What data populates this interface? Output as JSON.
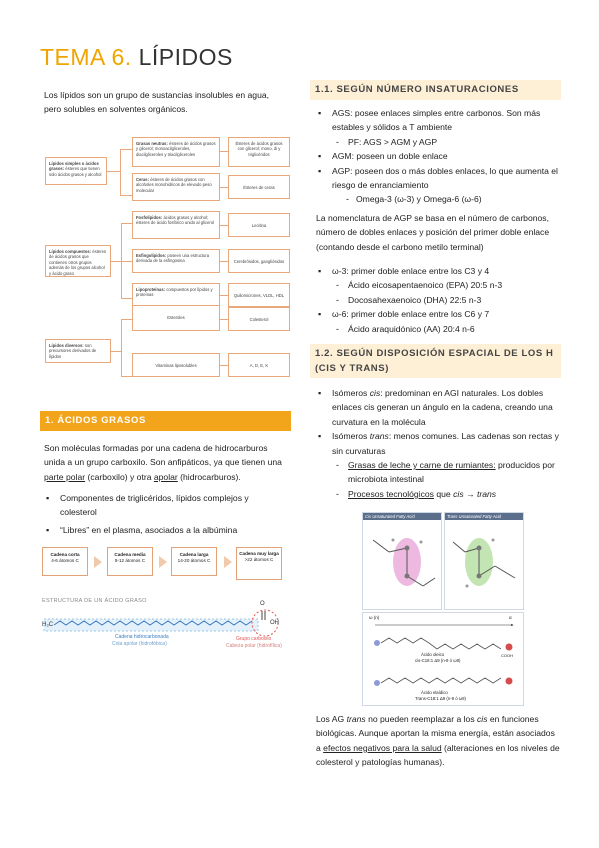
{
  "title": {
    "number": "TEMA 6.",
    "name": "LÍPIDOS"
  },
  "intro": "Los lípidos son un grupo de sustancias insolubles en agua, pero solubles en solventes orgánicos.",
  "org": {
    "simple": "Lípidos simples o ácidos grasos: ésteres que tienen solo ácidos grasos y alcohol",
    "complex": "Lípidos compuestos: ésteres de ácidos grasos que contienen otros grupos además de los grupos alcohol y ácido graso",
    "diverse": "Lípidos diversos: son precursores derivados de lípidos",
    "neutral": "Grasas neutras: ésteres de ácidos grasos y glicerol; monoacilgliceroles, diacilgliceroles y triacilgliceroles",
    "waxes": "Ceras: ésteres de ácidos grasos con alcoholes monohidricos de elevado peso molecular",
    "neutral_ex": "Ésteres de ácidos grasos con glicerol; mono, di y triglicéridos",
    "waxes_ex": "Ésteres de ceras",
    "phospho": "Fosfolípidos: ácidos grasos y alcohol; ésteres de ácido fosfórico unido al glicerol",
    "sphingo": "Esfingolípidos: poseen una estructura derivada de la esfingosina",
    "lipoprot": "Lipoproteínas: compuestos por lípidos y proteínas",
    "phospho_ex": "Lecitina",
    "sphingo_ex": "Cerebrósidos, gangliósidos",
    "lipoprot_ex": "Quilomicrones, VLDL, HDL",
    "sterols": "Esteroles",
    "vitamins": "Vitaminas liposolubles",
    "sterols_ex": "Colesterol",
    "vitamins_ex": "A, D, E, K"
  },
  "section1": {
    "heading": "1. ÁCIDOS GRASOS",
    "text_a": "Son moléculas formadas por una cadena de hidrocarburos unida a un grupo carboxilo. Son anfipáticos, ya que tienen una ",
    "polar": "parte polar",
    "text_b": " (carboxilo) y otra ",
    "apolar": "apolar",
    "text_c": " (hidrocarburos).",
    "bullets": [
      "Componentes de triglicéridos, lípidos complejos y colesterol",
      "“Libres” en el plasma, asociados a la albúmina"
    ],
    "flow": [
      {
        "label": "Cadena corta",
        "detail": "4-6 átomos C"
      },
      {
        "label": "Cadena media",
        "detail": "8-12 átomos C"
      },
      {
        "label": "Cadena larga",
        "detail": "14-20 átomos C"
      },
      {
        "label": "Cadena muy larga",
        "detail": ">22 átomos C"
      }
    ]
  },
  "structure_fig": {
    "title": "ESTRUCTURA DE UN ÁCIDO GRASO",
    "tail_label": "Cadena hidrocarbonada",
    "tail_sub": "Cola apolar (hidrofóbica)",
    "head_label": "Grupo carboxilo",
    "head_sub": "Cabeza polar (hidrofílica)",
    "left_end": "H₃C",
    "right_end": "OH",
    "oxygen": "O"
  },
  "section11": {
    "heading": "1.1. SEGÚN NÚMERO INSATURACIONES",
    "ags": "AGS: posee enlaces simples entre carbonos. Son más estables y sólidos a T ambiente",
    "pf": "PF: AGS > AGM y AGP",
    "agm": "AGM: poseen un doble enlace",
    "agp": "AGP: poseen dos o más dobles enlaces, lo que aumenta el riesgo de enranciamiento",
    "omega": "Omega-3 (ω-3) y Omega-6 (ω-6)",
    "nomenclature": "La nomenclatura de AGP se basa en el número de carbonos, número de dobles enlaces y posición del primer doble enlace (contando desde el carbono metilo terminal)",
    "w3": "ω-3: primer doble enlace entre los C3 y 4",
    "epa": "Ácido eicosapentaenoico (EPA) 20:5 n-3",
    "dha": "Docosahexaenoico (DHA) 22:5 n-3",
    "w6": "ω-6: primer doble enlace entre los C6 y 7",
    "aa": "Ácido araquidónico (AA) 20:4 n-6"
  },
  "section12": {
    "heading": "1.2. SEGÚN DISPOSICIÓN ESPACIAL DE LOS H (CIS Y TRANS)",
    "cis_pre": "Isómeros ",
    "cis_word": "cis",
    "cis_post": ": predominan en AGI naturales. Los dobles enlaces cis generan un ángulo en la cadena, creando una curvatura en la molécula",
    "trans_pre": "Isómeros ",
    "trans_word": "trans",
    "trans_post": ": menos comunes. Las cadenas son rectas y sin curvaturas",
    "dairy_u": "Grasas de leche y carne de rumiantes:",
    "dairy_rest": " producidos por microbiota intestinal",
    "tech_u": "Procesos tecnológicos",
    "tech_rest": " que ",
    "tech_it": "cis → trans",
    "final_a": "Los AG ",
    "final_trans": "trans",
    "final_b": " no pueden reemplazar a los ",
    "final_cis": "cis",
    "final_c": " en funciones biológicas. Aunque aportan la misma energía, están asociados a ",
    "final_u": "efectos negativos para la salud",
    "final_d": " (alteraciones en los niveles de colesterol y patologías humanas)."
  },
  "fig_isomers": {
    "cis_title": "Cis Unsaturated Fatty Acid",
    "trans_title": "Trans Unsaturated Fatty Acid",
    "omega_label": "ω (n)",
    "alpha_label": "α",
    "oleic": "Ácido oleico",
    "oleic_formula": "cis-C18:1 Δ9 (n-9 ó ω9)",
    "elaidic": "Ácido elaídico",
    "elaidic_formula": "Trans-C18:1 Δ9 (n-9 ó ω9)",
    "cooh": "COOH"
  },
  "colors": {
    "accent": "#f2a51a",
    "cream": "#fdf0d6",
    "box_border": "#e8a87a",
    "link_red": "#d9534f"
  }
}
